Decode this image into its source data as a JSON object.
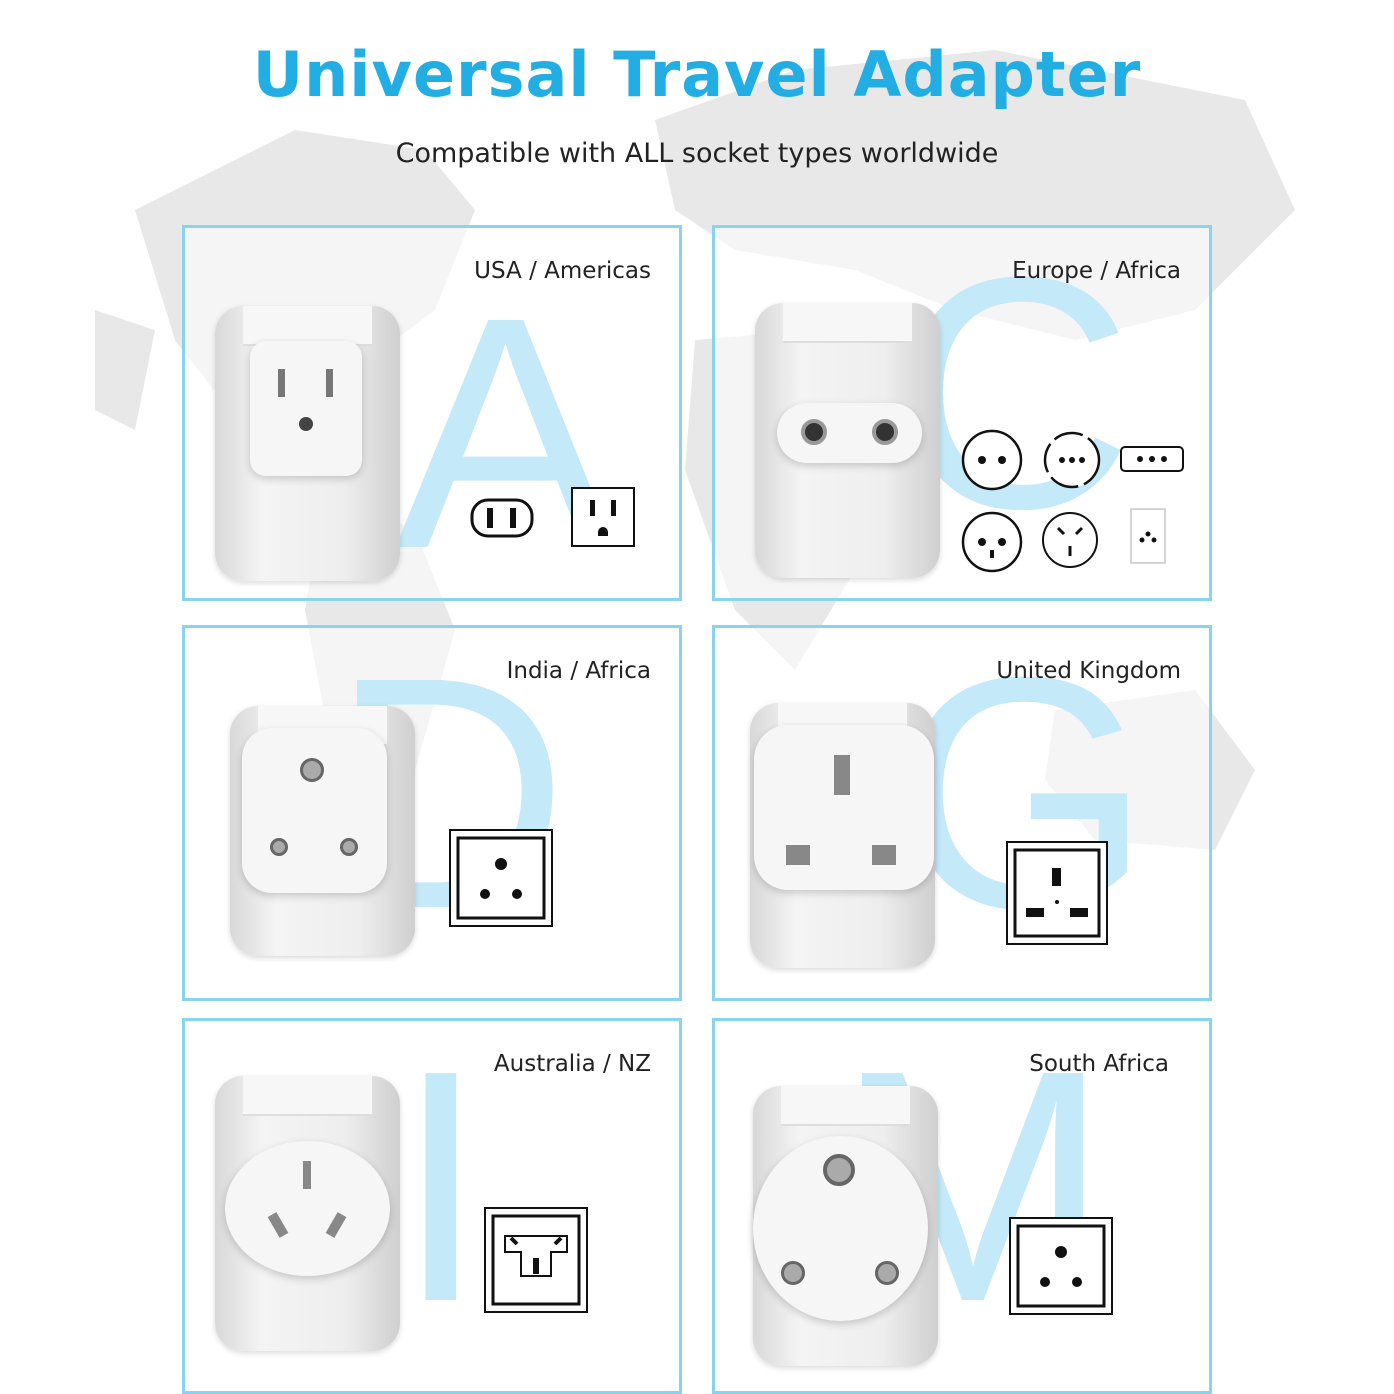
{
  "header": {
    "title": "Universal Travel Adapter",
    "subtitle": "Compatible with ALL socket types worldwide"
  },
  "colors": {
    "title": "#22aee3",
    "card_border": "#8ad3ec",
    "letter": "#c4e9f8"
  },
  "cards": [
    {
      "label": "USA / Americas",
      "letter": "A"
    },
    {
      "label": "Europe / Africa",
      "letter": "C"
    },
    {
      "label": "India / Africa",
      "letter": "D"
    },
    {
      "label": "United Kingdom",
      "letter": "G"
    },
    {
      "label": "Australia / NZ",
      "letter": "I"
    },
    {
      "label": "South Africa",
      "letter": "M"
    }
  ]
}
